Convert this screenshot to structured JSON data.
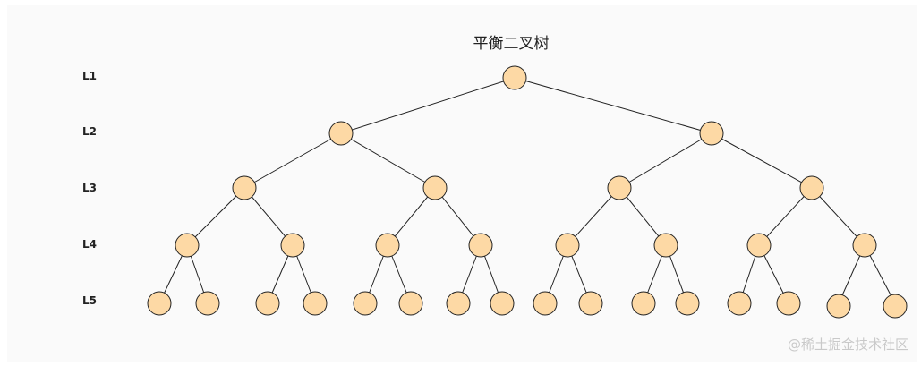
{
  "diagram": {
    "title": "平衡二叉树",
    "levels": [
      "L1",
      "L2",
      "L3",
      "L4",
      "L5"
    ],
    "node_color": "#fdd9a5",
    "node_counts": [
      1,
      2,
      4,
      8,
      16
    ]
  },
  "watermark": "@稀土掘金技术社区"
}
